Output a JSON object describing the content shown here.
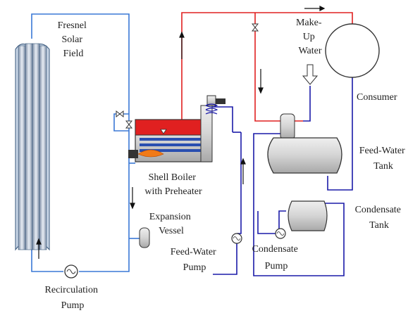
{
  "labels": {
    "solar_field": [
      "Fresnel",
      "Solar",
      "Field"
    ],
    "makeup_water": [
      "Make-",
      "Up",
      "Water"
    ],
    "consumer": "Consumer",
    "feedwater_tank": [
      "Feed-Water",
      "Tank"
    ],
    "shell_boiler": [
      "Shell Boiler",
      "with Preheater"
    ],
    "expansion_vessel": [
      "Expansion",
      "Vessel"
    ],
    "condensate_tank": [
      "Condensate",
      "Tank"
    ],
    "feedwater_pump": [
      "Feed-Water",
      "Pump"
    ],
    "condensate_pump": [
      "Condensate",
      "Pump"
    ],
    "recirculation_pump": [
      "Recirculation",
      "Pump"
    ]
  },
  "colors": {
    "blue_pipe": "#3a78d6",
    "dark_blue_pipe": "#1a1aa8",
    "red_pipe": "#e02020",
    "equipment_fill": "#d9d9d9",
    "collector_fill": "#c9d6e6",
    "boiler_red": "#e02020"
  }
}
